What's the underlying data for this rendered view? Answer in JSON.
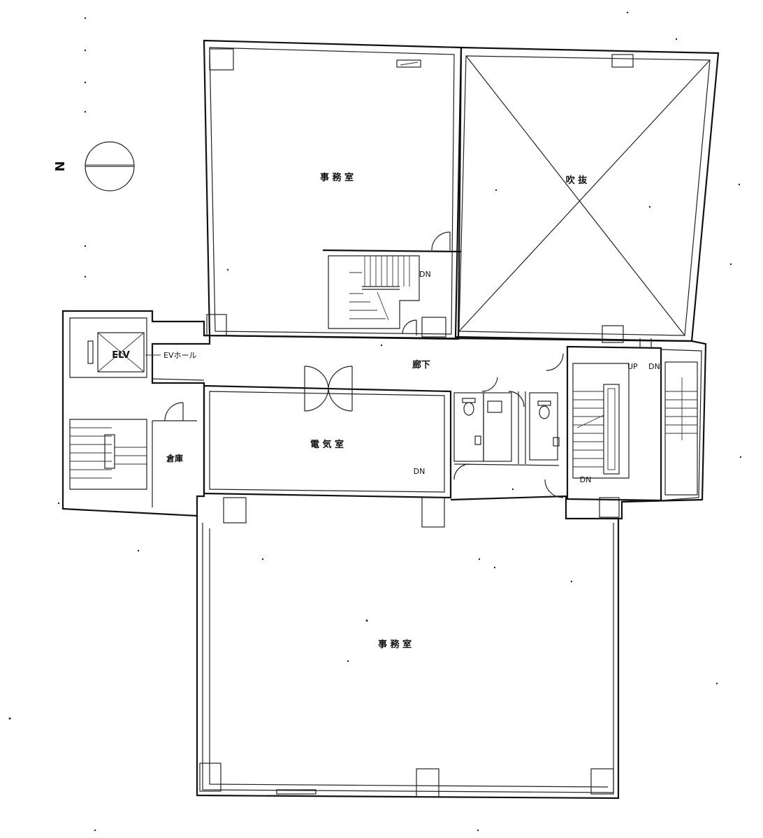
{
  "compass": {
    "label": "N"
  },
  "rooms": {
    "office_north": "事 務 室",
    "void": "吹 抜",
    "corridor": "廊下",
    "ev_hall": "EVホール",
    "elevator": "ELV",
    "storage": "倉庫",
    "electrical_room": "電 気 室",
    "office_south": "事 務 室"
  },
  "stairs": {
    "north_stair": "DN",
    "electrical_dn": "DN",
    "east_up": "UP",
    "east_dn": "DN",
    "east_lower_dn": "DN"
  }
}
